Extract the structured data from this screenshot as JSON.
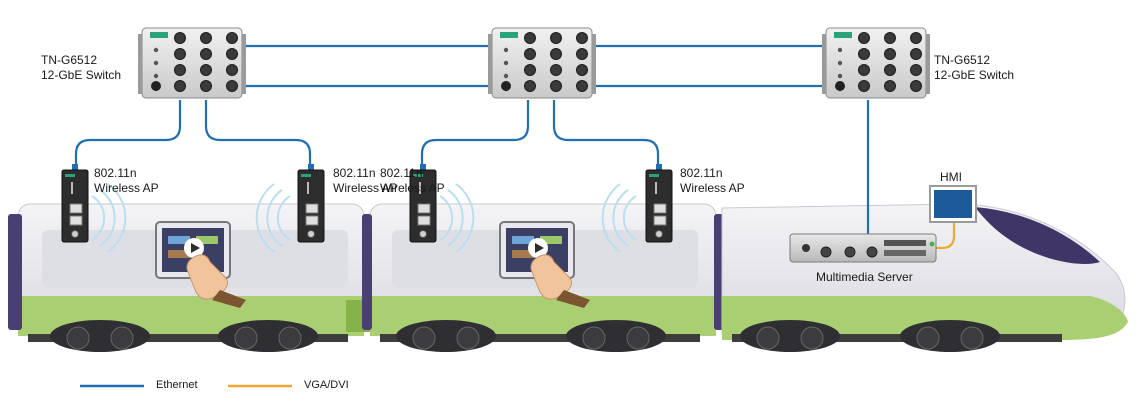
{
  "switches": {
    "left": {
      "model": "TN-G6512",
      "desc": "12-GbE Switch"
    },
    "right": {
      "model": "TN-G6512",
      "desc": "12-GbE Switch"
    }
  },
  "access_points": [
    {
      "line1": "802.11n",
      "line2": "Wireless AP"
    },
    {
      "line1": "802.11n",
      "line2": "Wireless AP"
    },
    {
      "line1": "802.11n",
      "line2": "Wireless AP"
    },
    {
      "line1": "802.11n",
      "line2": "Wireless AP"
    }
  ],
  "hmi_label": "HMI",
  "server_label": "Multimedia Server",
  "legend": [
    {
      "label": "Ethernet",
      "color": "#1f6fb2"
    },
    {
      "label": "VGA/DVI",
      "color": "#f0a830"
    }
  ],
  "colors": {
    "ethernet": "#1f6fb2",
    "vga": "#f0a830",
    "train_body": "#e9e9ee",
    "train_stripe": "#a9cf72",
    "train_accent": "#4a3f74",
    "device": "#2d2d2d"
  }
}
